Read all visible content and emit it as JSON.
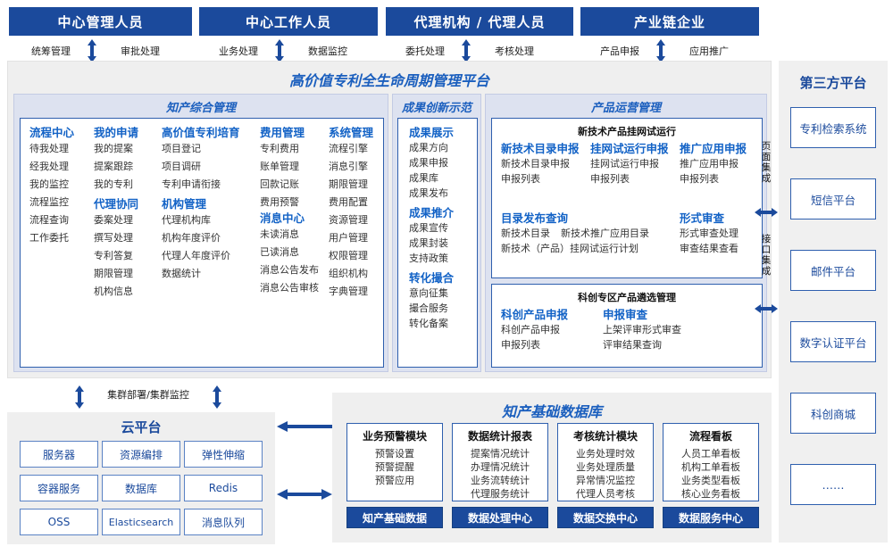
{
  "roles": [
    {
      "title": "中心管理人员",
      "left_label": "统筹管理",
      "right_label": "审批处理"
    },
    {
      "title": "中心工作人员",
      "left_label": "业务处理",
      "right_label": "数据监控"
    },
    {
      "title": "代理机构 / 代理人员",
      "left_label": "委托处理",
      "right_label": "考核处理"
    },
    {
      "title": "产业链企业",
      "left_label": "产品申报",
      "right_label": "应用推广"
    }
  ],
  "platform": {
    "title": "高价值专利全生命周期管理平台",
    "groups": {
      "ip_mgmt": {
        "title": "知产综合管理",
        "columns": [
          {
            "sections": [
              {
                "heading": "流程中心",
                "items": [
                  "待我处理",
                  "经我处理",
                  "我的监控",
                  "流程监控",
                  "流程查询",
                  "工作委托"
                ]
              }
            ]
          },
          {
            "sections": [
              {
                "heading": "我的申请",
                "items": [
                  "我的提案",
                  "提案跟踪",
                  "我的专利"
                ]
              },
              {
                "heading": "代理协同",
                "items": [
                  "委案处理",
                  "撰写处理",
                  "专利答复",
                  "期限管理",
                  "机构信息"
                ]
              }
            ]
          },
          {
            "sections": [
              {
                "heading": "高价值专利培育",
                "items": [
                  "项目登记",
                  "项目调研",
                  "专利申请衔接"
                ]
              },
              {
                "heading": "机构管理",
                "items": [
                  "代理机构库",
                  "机构年度评价",
                  "代理人年度评价",
                  "数据统计"
                ]
              }
            ]
          },
          {
            "sections": [
              {
                "heading": "费用管理",
                "items": [
                  "专利费用",
                  "账单管理",
                  "回款记账",
                  "费用预警"
                ]
              },
              {
                "heading": "消息中心",
                "items": [
                  "未读消息",
                  "已读消息",
                  "消息公告发布",
                  "消息公告审核"
                ]
              }
            ]
          },
          {
            "sections": [
              {
                "heading": "系统管理",
                "items": [
                  "流程引擎",
                  "消息引擎",
                  "期限管理",
                  "费用配置",
                  "资源管理",
                  "用户管理",
                  "权限管理",
                  "组织机构",
                  "字典管理"
                ]
              }
            ]
          }
        ]
      },
      "achievement": {
        "title": "成果创新示范",
        "sections": [
          {
            "heading": "成果展示",
            "items": [
              "成果方向",
              "成果申报",
              "成果库",
              "成果发布"
            ]
          },
          {
            "heading": "成果推介",
            "items": [
              "成果宣传",
              "成果封装",
              "支持政策"
            ]
          },
          {
            "heading": "转化撮合",
            "items": [
              "意向征集",
              "撮合服务",
              "转化备案"
            ]
          }
        ]
      },
      "product_ops": {
        "title": "产品运营管理",
        "box_a": {
          "caption": "新技术产品挂网试运行",
          "columns": [
            {
              "heading": "新技术目录申报",
              "items": [
                "新技术目录申报",
                "申报列表"
              ]
            },
            {
              "heading": "挂网试运行申报",
              "items": [
                "挂网试运行申报",
                "申报列表"
              ]
            },
            {
              "heading": "推广应用申报",
              "items": [
                "推广应用申报",
                "申报列表"
              ]
            }
          ],
          "row2": [
            {
              "heading": "目录发布查询",
              "items": [
                "新技术目录",
                "新技术推广应用目录",
                "新技术（产品）挂网试运行计划"
              ]
            },
            {
              "heading": "形式审查",
              "items": [
                "形式审查处理",
                "审查结果查看"
              ]
            }
          ]
        },
        "box_b": {
          "caption": "科创专区产品遴选管理",
          "columns": [
            {
              "heading": "科创产品申报",
              "items": [
                "科创产品申报",
                "申报列表"
              ]
            },
            {
              "heading": "申报审查",
              "items": [
                "上架评审形式审查",
                "评审结果查询"
              ]
            }
          ]
        }
      }
    }
  },
  "integration": {
    "page_integration": "页面集成",
    "api_integration": "接口集成"
  },
  "third_party": {
    "title": "第三方平台",
    "items": [
      "专利检索系统",
      "短信平台",
      "邮件平台",
      "数字认证平台",
      "科创商城",
      "……"
    ]
  },
  "cloud": {
    "cluster_label": "集群部署/集群监控",
    "title": "云平台",
    "cells": [
      "服务器",
      "资源编排",
      "弹性伸缩",
      "容器服务",
      "数据库",
      "Redis",
      "OSS",
      "Elasticsearch",
      "消息队列"
    ]
  },
  "database": {
    "title": "知产基础数据库",
    "columns": [
      {
        "heading": "业务预警模块",
        "items": [
          "预警设置",
          "预警提醒",
          "预警应用"
        ],
        "footer": "知产基础数据"
      },
      {
        "heading": "数据统计报表",
        "items": [
          "提案情况统计",
          "办理情况统计",
          "业务流转统计",
          "代理服务统计"
        ],
        "footer": "数据处理中心"
      },
      {
        "heading": "考核统计模块",
        "items": [
          "业务处理时效",
          "业务处理质量",
          "异常情况监控",
          "代理人员考核"
        ],
        "footer": "数据交换中心"
      },
      {
        "heading": "流程看板",
        "items": [
          "人员工单看板",
          "机构工单看板",
          "业务类型看板",
          "核心业务看板"
        ],
        "footer": "数据服务中心"
      }
    ]
  },
  "colors": {
    "header_blue": "#1B4A9C",
    "heading_blue": "#1262C6",
    "group_bg": "#DDE2F0",
    "panel_bg": "#EFEFEF",
    "border_blue": "#2E5FAE"
  }
}
